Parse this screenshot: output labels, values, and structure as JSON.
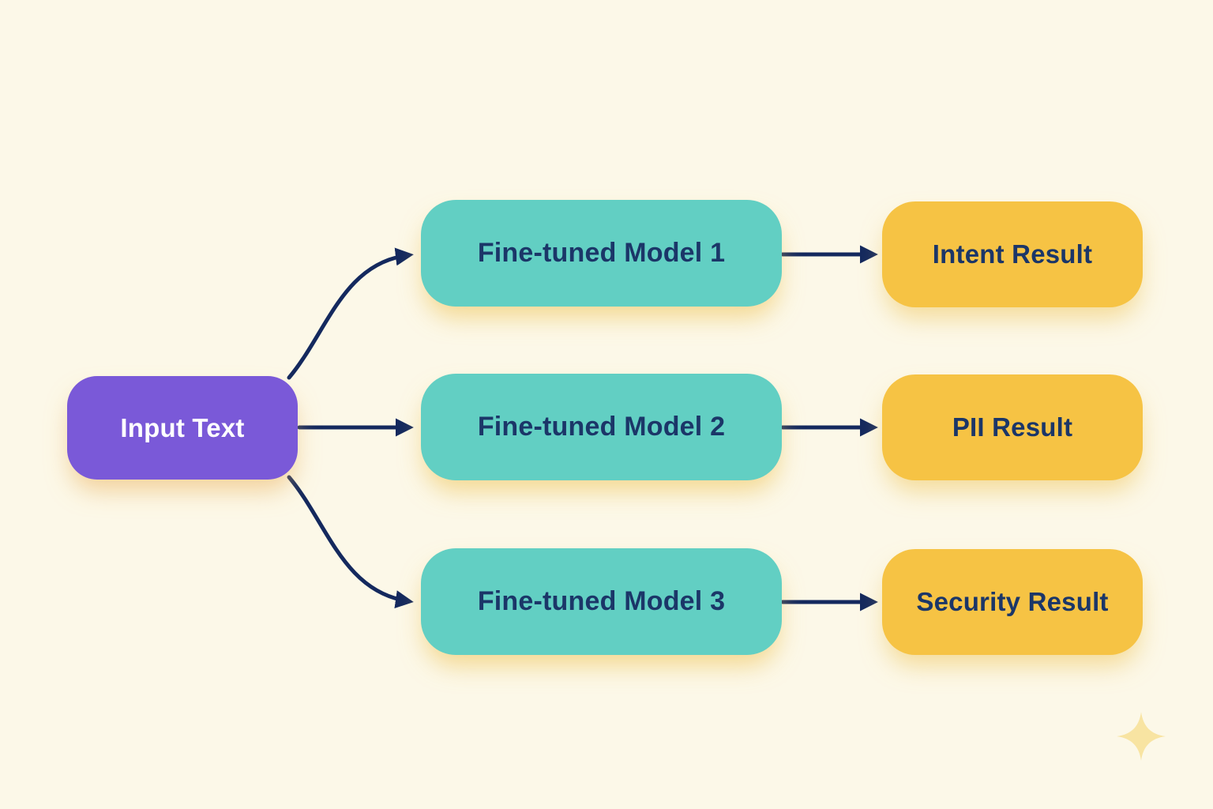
{
  "diagram": {
    "input": {
      "label": "Input Text"
    },
    "models": [
      {
        "label": "Fine-tuned Model 1"
      },
      {
        "label": "Fine-tuned Model 2"
      },
      {
        "label": "Fine-tuned Model 3"
      }
    ],
    "results": [
      {
        "label": "Intent Result"
      },
      {
        "label": "PII Result"
      },
      {
        "label": "Security Result"
      }
    ],
    "icons": [
      {
        "name": "sparkle-icon"
      }
    ],
    "colors": {
      "background": "#FCF8E8",
      "input-fill": "#7A59D8",
      "input-text": "#FFFFFF",
      "model-fill": "#62CFC3",
      "result-fill": "#F6C344",
      "node-text": "#1B3668",
      "arrow": "#14295E",
      "sparkle": "#F8E4A2"
    }
  }
}
